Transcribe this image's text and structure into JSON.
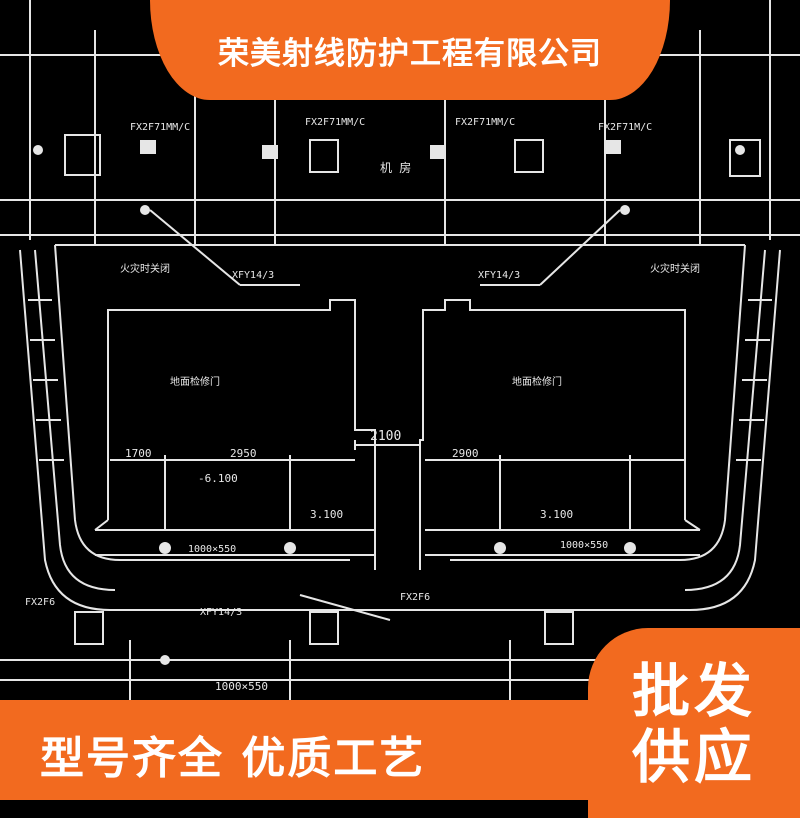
{
  "company_banner": "荣美射线防护工程有限公司",
  "slogan": "型号齐全   优质工艺",
  "badge": {
    "line1": "批发",
    "line2": "供应"
  },
  "colors": {
    "accent": "#f26a1f",
    "background": "#000000",
    "linework": "#e8e8e8"
  },
  "drawing": {
    "dimension_center": "2100",
    "dimension_left_a": "1700",
    "dimension_left_b": "2950",
    "dimension_right": "2900",
    "elevation_left": "-6.100",
    "elevation_mark_left": "3.100",
    "elevation_mark_right": "3.100",
    "pipe_label_bottom": "1000×550",
    "room_label": "机 房"
  }
}
